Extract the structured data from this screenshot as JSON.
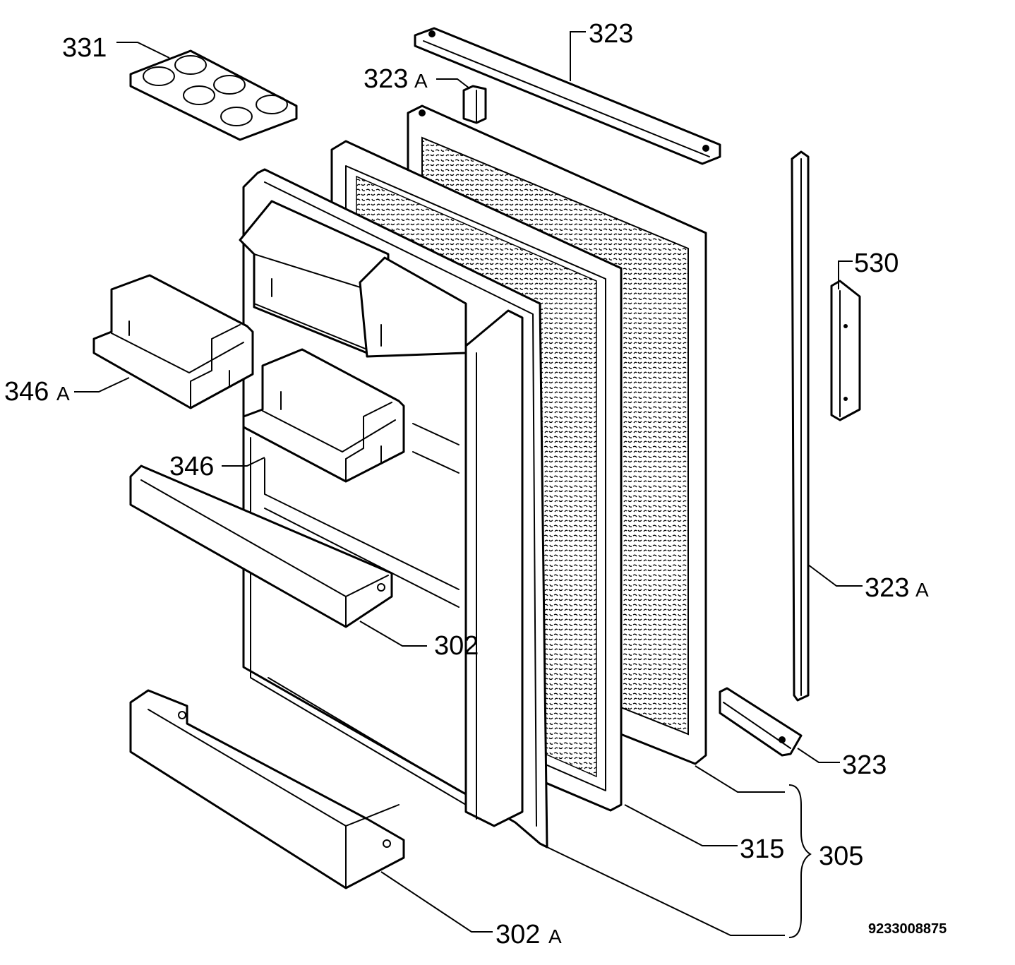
{
  "colors": {
    "line": "#000000",
    "background": "#ffffff"
  },
  "labels": {
    "p331": "331",
    "p323_top": "323",
    "p323a_top_num": "323",
    "p323a_top_suffix": "A",
    "p530": "530",
    "p346a_num": "346",
    "p346a_suffix": "A",
    "p346": "346",
    "p323a_right_num": "323",
    "p323a_right_suffix": "A",
    "p302": "302",
    "p323_bottom": "323",
    "p315": "315",
    "p305": "305",
    "p302a_num": "302",
    "p302a_suffix": "A"
  },
  "drawing_number": "9233008875"
}
